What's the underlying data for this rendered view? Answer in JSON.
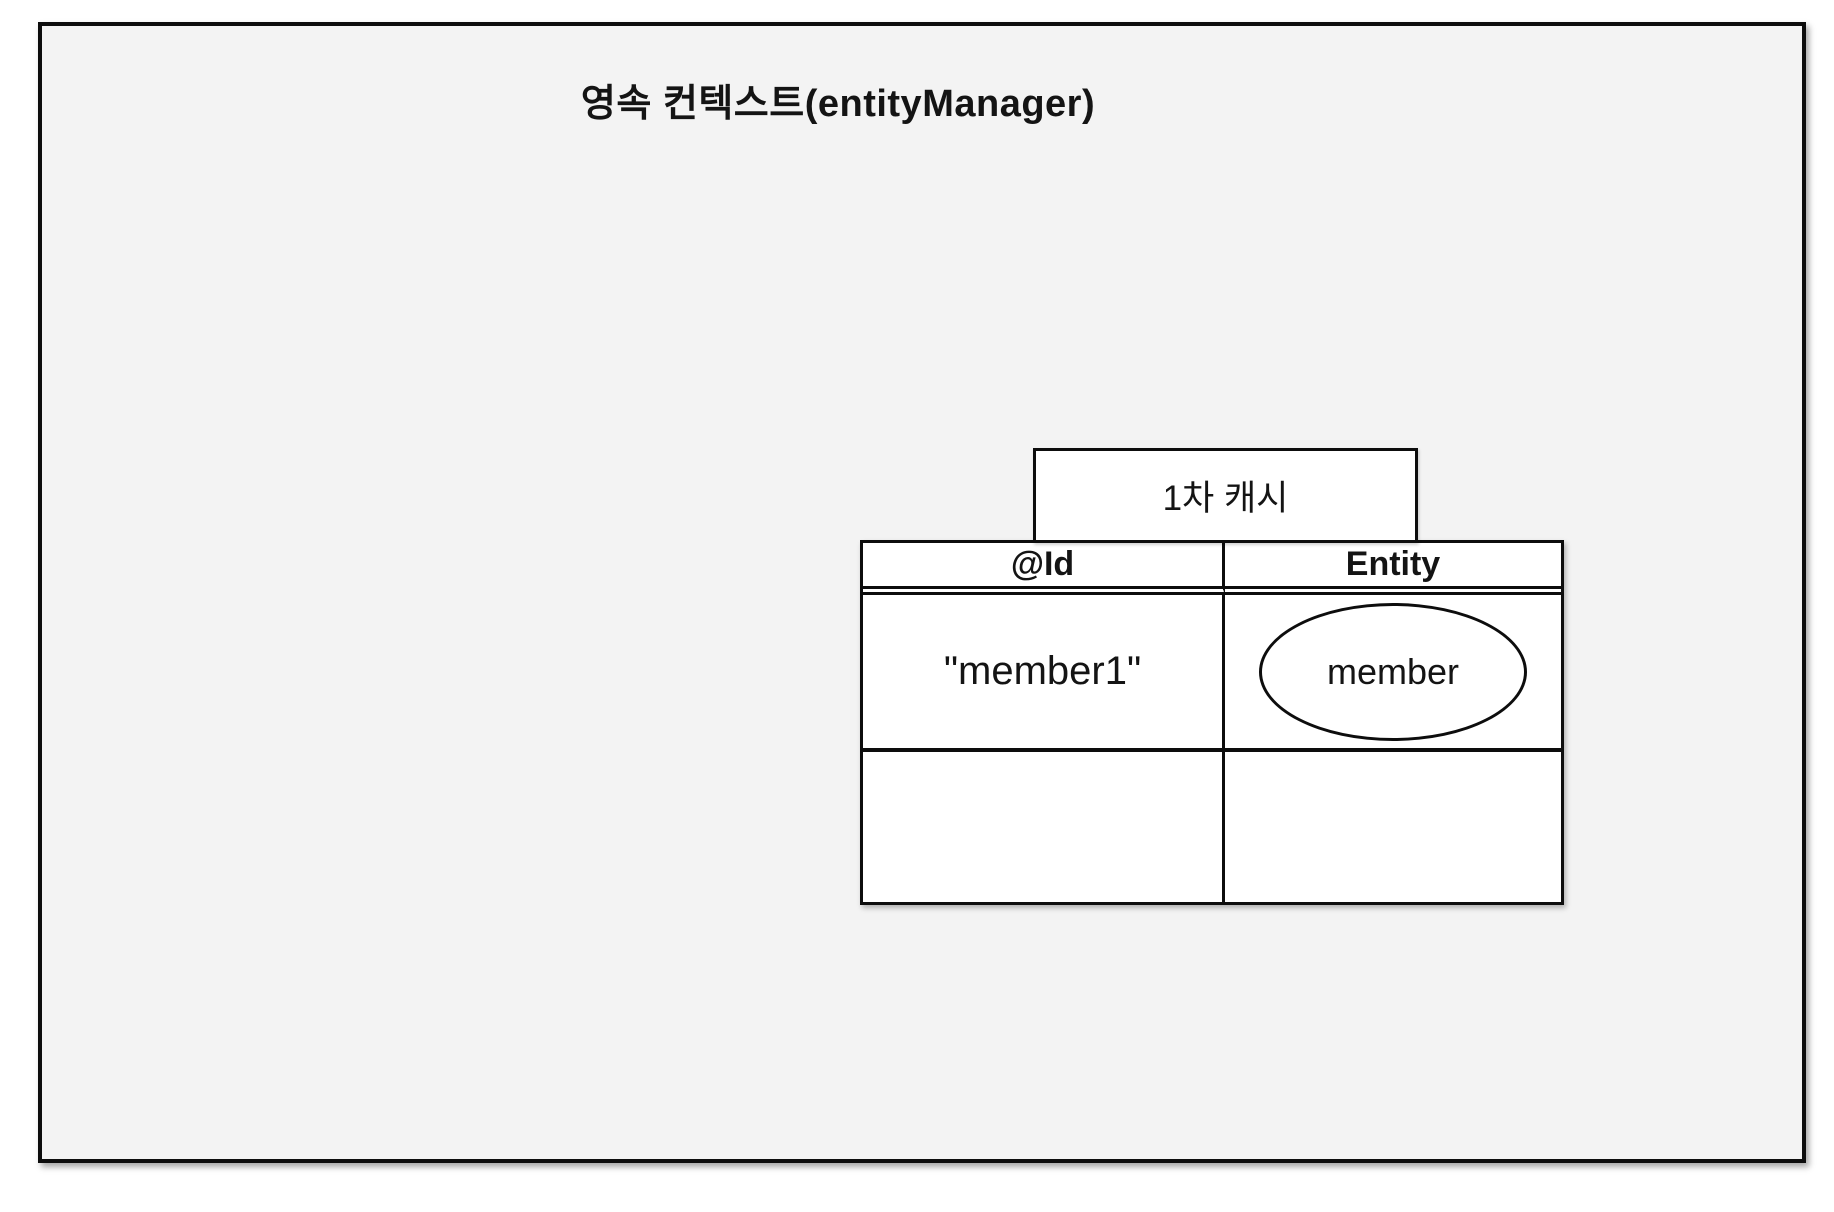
{
  "diagram": {
    "title": "영속 컨텍스트(entityManager)",
    "cache": {
      "label": "1차 캐시"
    },
    "table": {
      "headers": [
        "@Id",
        "Entity"
      ],
      "rows": [
        {
          "id": "\"member1\"",
          "entity": "member"
        },
        {
          "id": "",
          "entity": ""
        }
      ]
    }
  },
  "colors": {
    "outer_background": "#f3f3f3",
    "cell_background": "#ffffff",
    "border": "#0d0d0d",
    "text": "#141414"
  }
}
